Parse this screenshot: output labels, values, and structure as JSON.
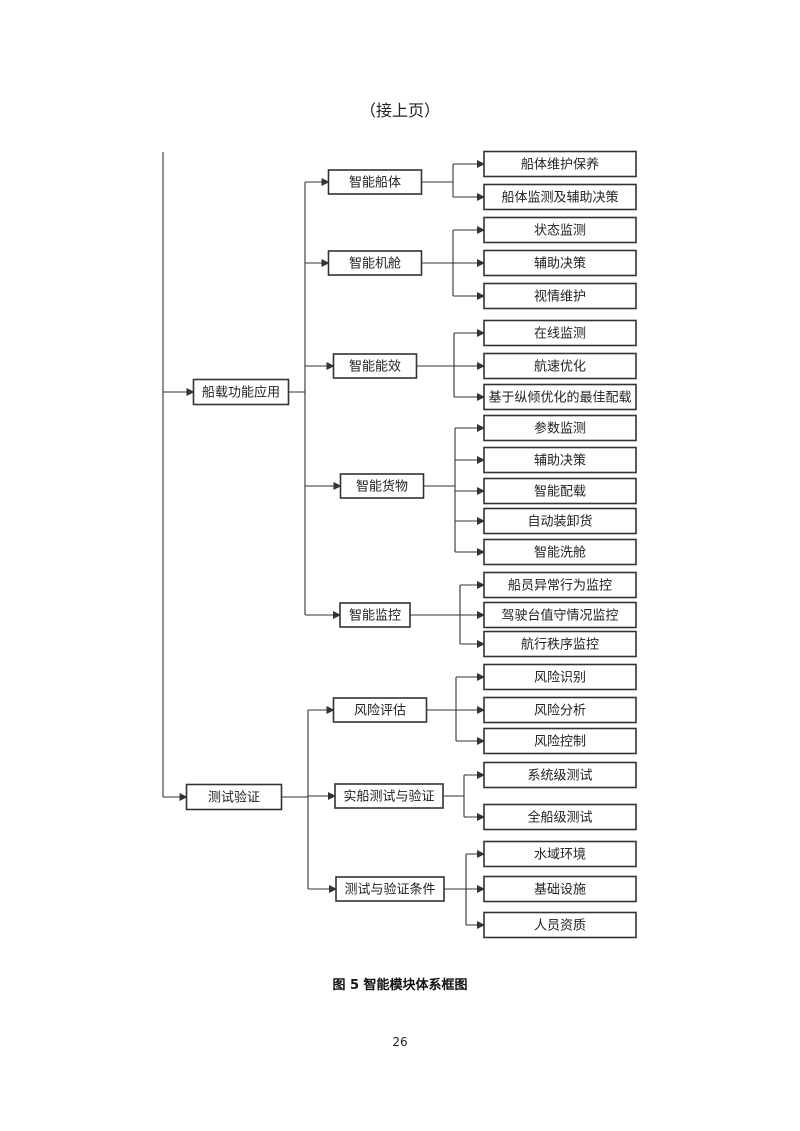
{
  "header": {
    "continuation": "（接上页）"
  },
  "diagram": {
    "groups": [
      {
        "label": "船载功能应用",
        "children": [
          {
            "label": "智能船体",
            "children": [
              "船体维护保养",
              "船体监测及辅助决策"
            ]
          },
          {
            "label": "智能机舱",
            "children": [
              "状态监测",
              "辅助决策",
              "视情维护"
            ]
          },
          {
            "label": "智能能效",
            "children": [
              "在线监测",
              "航速优化",
              "基于纵倾优化的最佳配载"
            ]
          },
          {
            "label": "智能货物",
            "children": [
              "参数监测",
              "辅助决策",
              "智能配载",
              "自动装卸货",
              "智能洗舱"
            ]
          },
          {
            "label": "智能监控",
            "children": [
              "船员异常行为监控",
              "驾驶台值守情况监控",
              "航行秩序监控"
            ]
          }
        ]
      },
      {
        "label": "测试验证",
        "children": [
          {
            "label": "风险评估",
            "children": [
              "风险识别",
              "风险分析",
              "风险控制"
            ]
          },
          {
            "label": "实船测试与验证",
            "children": [
              "系统级测试",
              "全船级测试"
            ]
          },
          {
            "label": "测试与验证条件",
            "children": [
              "水域环境",
              "基础设施",
              "人员资质"
            ]
          }
        ]
      }
    ]
  },
  "caption": "图 5  智能模块体系框图",
  "page_number": "26"
}
